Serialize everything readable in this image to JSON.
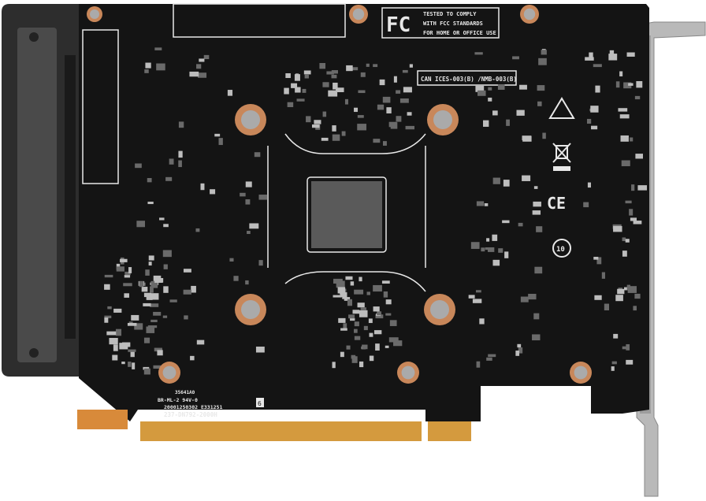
{
  "board": {
    "fcc_logo": "FC",
    "fcc_lines": [
      "TESTED TO COMPLY",
      "WITH FCC STANDARDS",
      "FOR HOME OR OFFICE USE"
    ],
    "ices_label": "CAN ICES-003(B) /NMB-003(B)",
    "lot_code": "35641A0",
    "ul_line": "BR-ML-2 94V-0",
    "serial_line": "20001250302 E331251",
    "part_number": "237-DN792-2000H",
    "small_mark": "6",
    "ce_mark": "CE",
    "rcm_mark": "10"
  },
  "colors": {
    "pcb": "#141414",
    "silkscreen": "#e8e8e8",
    "copper": "#c8875a",
    "gold_fingers": "#d49a3e",
    "bracket": "#3a3a3a",
    "io_bracket": "#b9b9b9"
  }
}
